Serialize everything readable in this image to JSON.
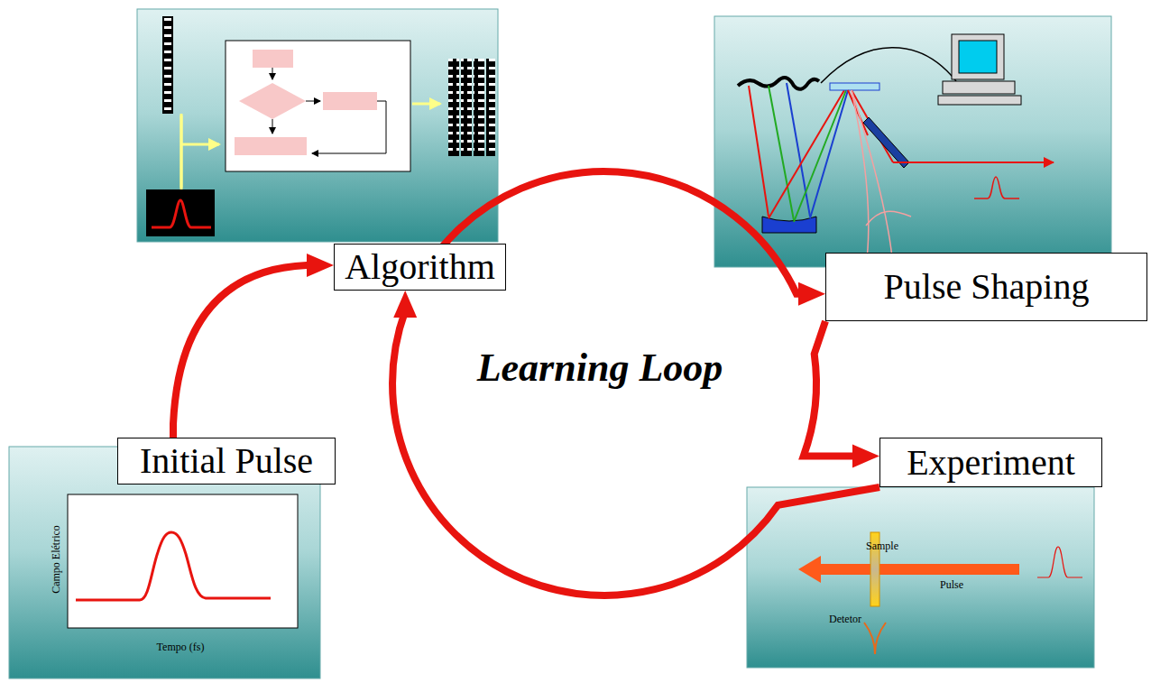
{
  "diagram": {
    "nodes": [
      {
        "text": [
          "Algorithm"
        ]
      },
      {
        "text": [
          "Pulse Shaping"
        ]
      },
      {
        "text": [
          "Experiment"
        ]
      },
      {
        "text": [
          "Initial Pulse"
        ]
      }
    ],
    "edges": [
      {
        "from": 0,
        "to": 1,
        "arrow": "to"
      },
      {
        "from": 1,
        "to": 2,
        "arrow": "to"
      },
      {
        "from": 2,
        "to": 0,
        "arrow": "to"
      },
      {
        "from": 3,
        "to": 0,
        "arrow": "to"
      }
    ],
    "labels": [
      "Learning Loop",
      "Campo Elétrico",
      "Tempo (fs)",
      "Sample",
      "Pulse",
      "Detetor"
    ]
  }
}
